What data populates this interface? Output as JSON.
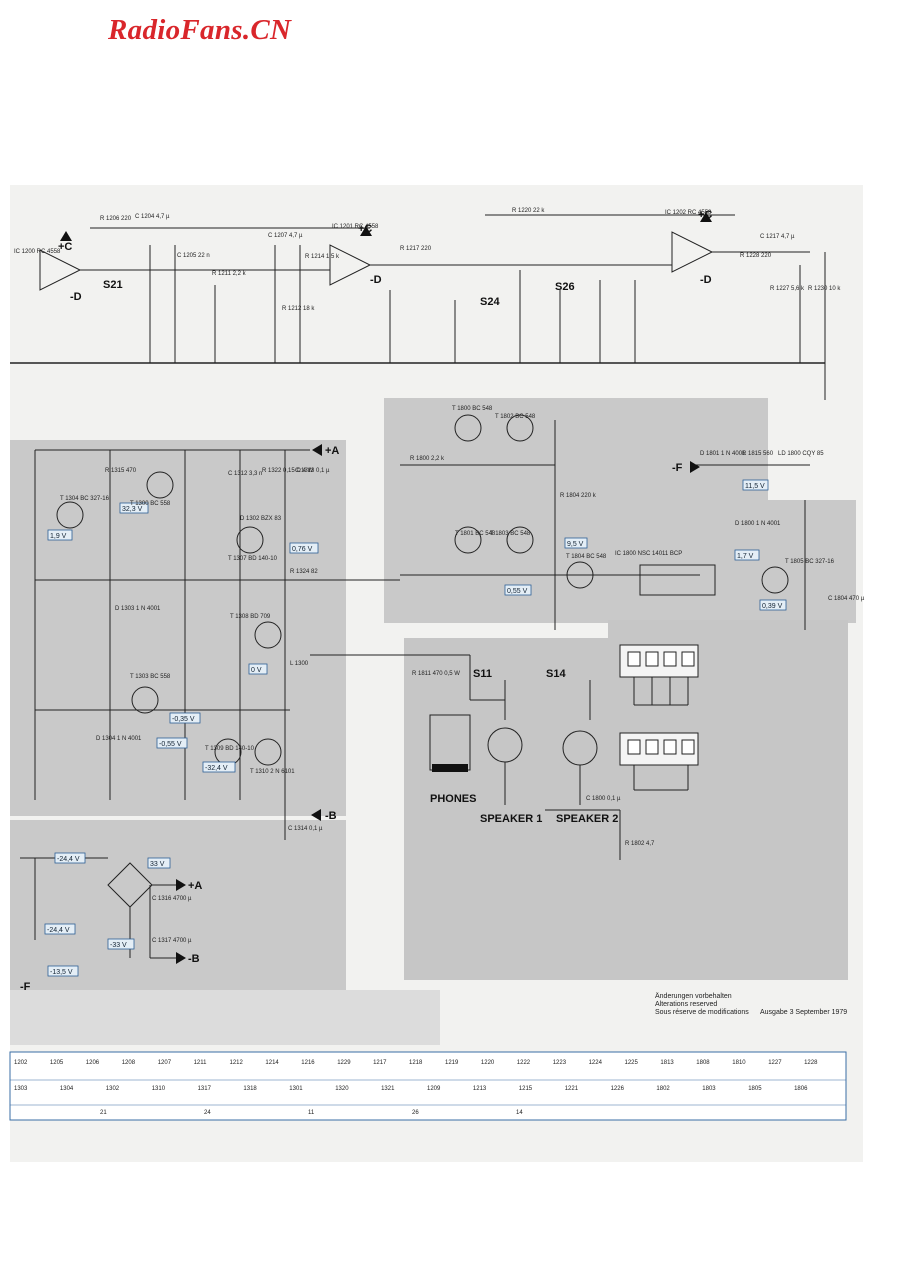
{
  "watermark": "RadioFans.CN",
  "section_labels": {
    "phones": "PHONES",
    "speaker1": "SPEAKER 1",
    "speaker2": "SPEAKER 2"
  },
  "switches": [
    "S21",
    "S24",
    "S26",
    "S11",
    "S14"
  ],
  "rails": {
    "plus_c": "+C",
    "minus_d": "-D",
    "plus_a": "+A",
    "minus_b": "-B",
    "minus_f": "-F"
  },
  "voltages": [
    "32,3 V",
    "1,9 V",
    "0,76 V",
    "9,5 V",
    "0,55 V",
    "1,7 V",
    "11,5 V",
    "0,39 V",
    "0 V",
    "-0,35 V",
    "-0,55 V",
    "-32,4 V",
    "-24,4 V",
    "33 V",
    "-24,4 V",
    "-33 V",
    "-13,5 V"
  ],
  "components": [
    "IC 1200 RC 4558",
    "R 1206 220",
    "C 1204 4,7 µ",
    "C 1205 22 n",
    "C 1207 4,7 µ",
    "R 1211 2,2 k",
    "R 1212 18 k",
    "R 1214 1,5 k",
    "IC 1201 RC 4558",
    "R 1217 220",
    "R 1220 22 k",
    "IC 1202 RC 4558",
    "C 1217 4,7 µ",
    "R 1228 220",
    "R 1227 5,6 k",
    "R 1230 10 k",
    "T 1300 BC 558",
    "T 1304 BC 327-16",
    "R 1315 470",
    "C 1312 3,3 n",
    "R 1322 0,15 Ω 4 W",
    "C 1313 0,1 µ",
    "D 1302 BZX 83",
    "T 1307 BD 140-10",
    "R 1324 82",
    "T 1308 BD 709",
    "D 1303 1 N 4001",
    "D 1304 1 N 4001",
    "T 1303 BC 558",
    "T 1309 BD 140-10",
    "T 1310 2 N 6101",
    "L 1300",
    "C 1314 0,1 µ",
    "T 1800 BC 548",
    "T 1802 BC 548",
    "R 1800 2,2 k",
    "R 1804 220 k",
    "T 1801 BC 548",
    "T 1803 BC 548",
    "T 1804 BC 548",
    "IC 1800 NSC 14011 BCP",
    "D 1800 1 N 4001",
    "T 1805 BC 327-16",
    "D 1801 1 N 4001",
    "R 1815 560",
    "LD 1800 CQY 85",
    "C 1804 470 µ",
    "R 1811 470 0,5 W",
    "C 1800 0,1 µ",
    "R 1802 4,7",
    "C 1316 4700 µ",
    "C 1317 4700 µ"
  ],
  "footer_note": {
    "line1": "Änderungen vorbehalten",
    "line2": "Alterations reserved",
    "line3": "Sous réserve de modifications",
    "issue": "Ausgabe 3 September 1979"
  },
  "parts_index": {
    "row1": [
      "1202",
      "1205",
      "1206",
      "1208",
      "1207",
      "1211",
      "1212",
      "1214",
      "1216",
      "1229",
      "1217",
      "1218",
      "1219",
      "1220",
      "1222",
      "1223",
      "1224",
      "1225",
      "1813",
      "1808",
      "1810",
      "1227",
      "1228"
    ],
    "row2": [
      "1303",
      "1304",
      "1302",
      "1310",
      "1317",
      "1318",
      "1301",
      "1320",
      "1321",
      "1209",
      "1213",
      "1215",
      "1221",
      "1226",
      "1802",
      "1803",
      "1805",
      "1806"
    ],
    "col_numbers": [
      "21",
      "24",
      "11",
      "26",
      "14"
    ]
  }
}
